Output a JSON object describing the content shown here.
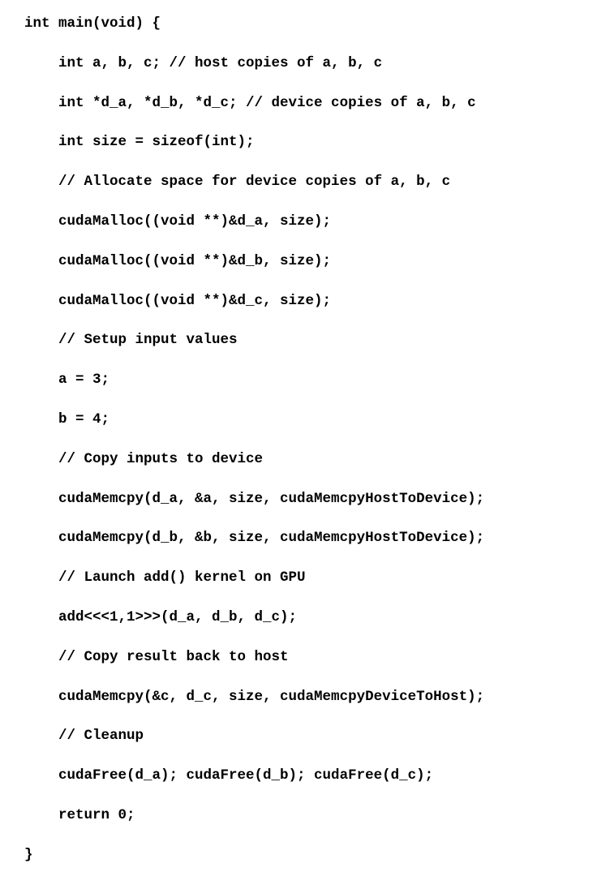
{
  "code": {
    "lines": [
      "int main(void) {",
      "    int a, b, c; // host copies of a, b, c",
      "    int *d_a, *d_b, *d_c; // device copies of a, b, c",
      "    int size = sizeof(int);",
      "    // Allocate space for device copies of a, b, c",
      "    cudaMalloc((void **)&d_a, size);",
      "    cudaMalloc((void **)&d_b, size);",
      "    cudaMalloc((void **)&d_c, size);",
      "    // Setup input values",
      "    a = 3;",
      "    b = 4;",
      "    // Copy inputs to device",
      "    cudaMemcpy(d_a, &a, size, cudaMemcpyHostToDevice);",
      "    cudaMemcpy(d_b, &b, size, cudaMemcpyHostToDevice);",
      "    // Launch add() kernel on GPU",
      "    add<<<1,1>>>(d_a, d_b, d_c);",
      "    // Copy result back to host",
      "    cudaMemcpy(&c, d_c, size, cudaMemcpyDeviceToHost);",
      "    // Cleanup",
      "    cudaFree(d_a); cudaFree(d_b); cudaFree(d_c);",
      "    return 0;",
      "}"
    ]
  },
  "colors": {
    "text": "#000000",
    "background": "#ffffff"
  }
}
